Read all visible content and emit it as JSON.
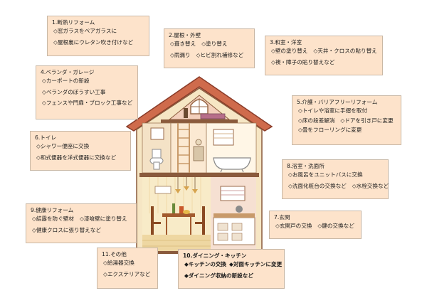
{
  "cards": [
    {
      "title": "1.断熱リフォーム",
      "rows": [
        [
          "◇窓ガラスをペアガラスに"
        ],
        [
          "◇屋根裏にウレタン吹き付けなど"
        ]
      ]
    },
    {
      "title": "2.屋根・外壁",
      "rows": [
        [
          "◇葺き替え",
          "◇塗り替え"
        ],
        [
          "◇雨漏り",
          "◇ヒビ割れ補修など"
        ]
      ]
    },
    {
      "title": "3.和室・洋室",
      "rows": [
        [
          "◇壁の塗り替え",
          "◇天井・クロスの貼り替え"
        ],
        [
          "◇襖・障子の貼り替えなど"
        ]
      ]
    },
    {
      "title": "4.ベランダ・ガレージ",
      "rows": [
        [
          "◇カーポートの新設"
        ],
        [
          "◇ベランダのぼうすい工事"
        ],
        [
          "◇フェンスや門扉・ブロック工事など"
        ]
      ]
    },
    {
      "title": "5.介護・バリアフリーリフォーム",
      "rows": [
        [
          "◇トイレや浴室に手摺を取付"
        ],
        [
          "◇床の段差解消",
          "◇ドアを引き戸に変更"
        ],
        [
          "◇畳をフローリングに変更"
        ]
      ]
    },
    {
      "title": "6.トイレ",
      "rows": [
        [
          "◇シャワー便座に交換"
        ],
        [
          "◇和式便器を洋式便器に交換など"
        ]
      ]
    },
    {
      "title": "8.浴室・洗面所",
      "rows": [
        [
          "◇お風呂をユニットバスに交換"
        ],
        [
          "◇洗面化粧台の交換など",
          "◇水栓交換など"
        ]
      ]
    },
    {
      "title": "9.健康リフォーム",
      "rows": [
        [
          "◇結露を防ぐ壁材",
          "◇漆喰壁に塗り替え"
        ],
        [
          "◇健康クロスに張り替えなど"
        ]
      ]
    },
    {
      "title": "7.玄関",
      "rows": [
        [
          "◇玄関戸の交換",
          "◇鍵の交換など"
        ]
      ]
    },
    {
      "title": "11.その他",
      "rows": [
        [
          "◇給湯器交換"
        ],
        [
          "◇エクステリアなど"
        ]
      ]
    },
    {
      "title": "10.ダイニング・キッチン",
      "rows": [
        [
          "◆キッチンの交換",
          "◆対面キッチンに変更"
        ],
        [
          "◆ダイニング収納の新設など"
        ]
      ]
    }
  ],
  "colors": {
    "card_bg": "#fde3cb",
    "card_border": "#c9b8a6",
    "roof": "#c9664a",
    "wall": "#f5e4c0"
  },
  "icons": [
    "house-illustration"
  ]
}
